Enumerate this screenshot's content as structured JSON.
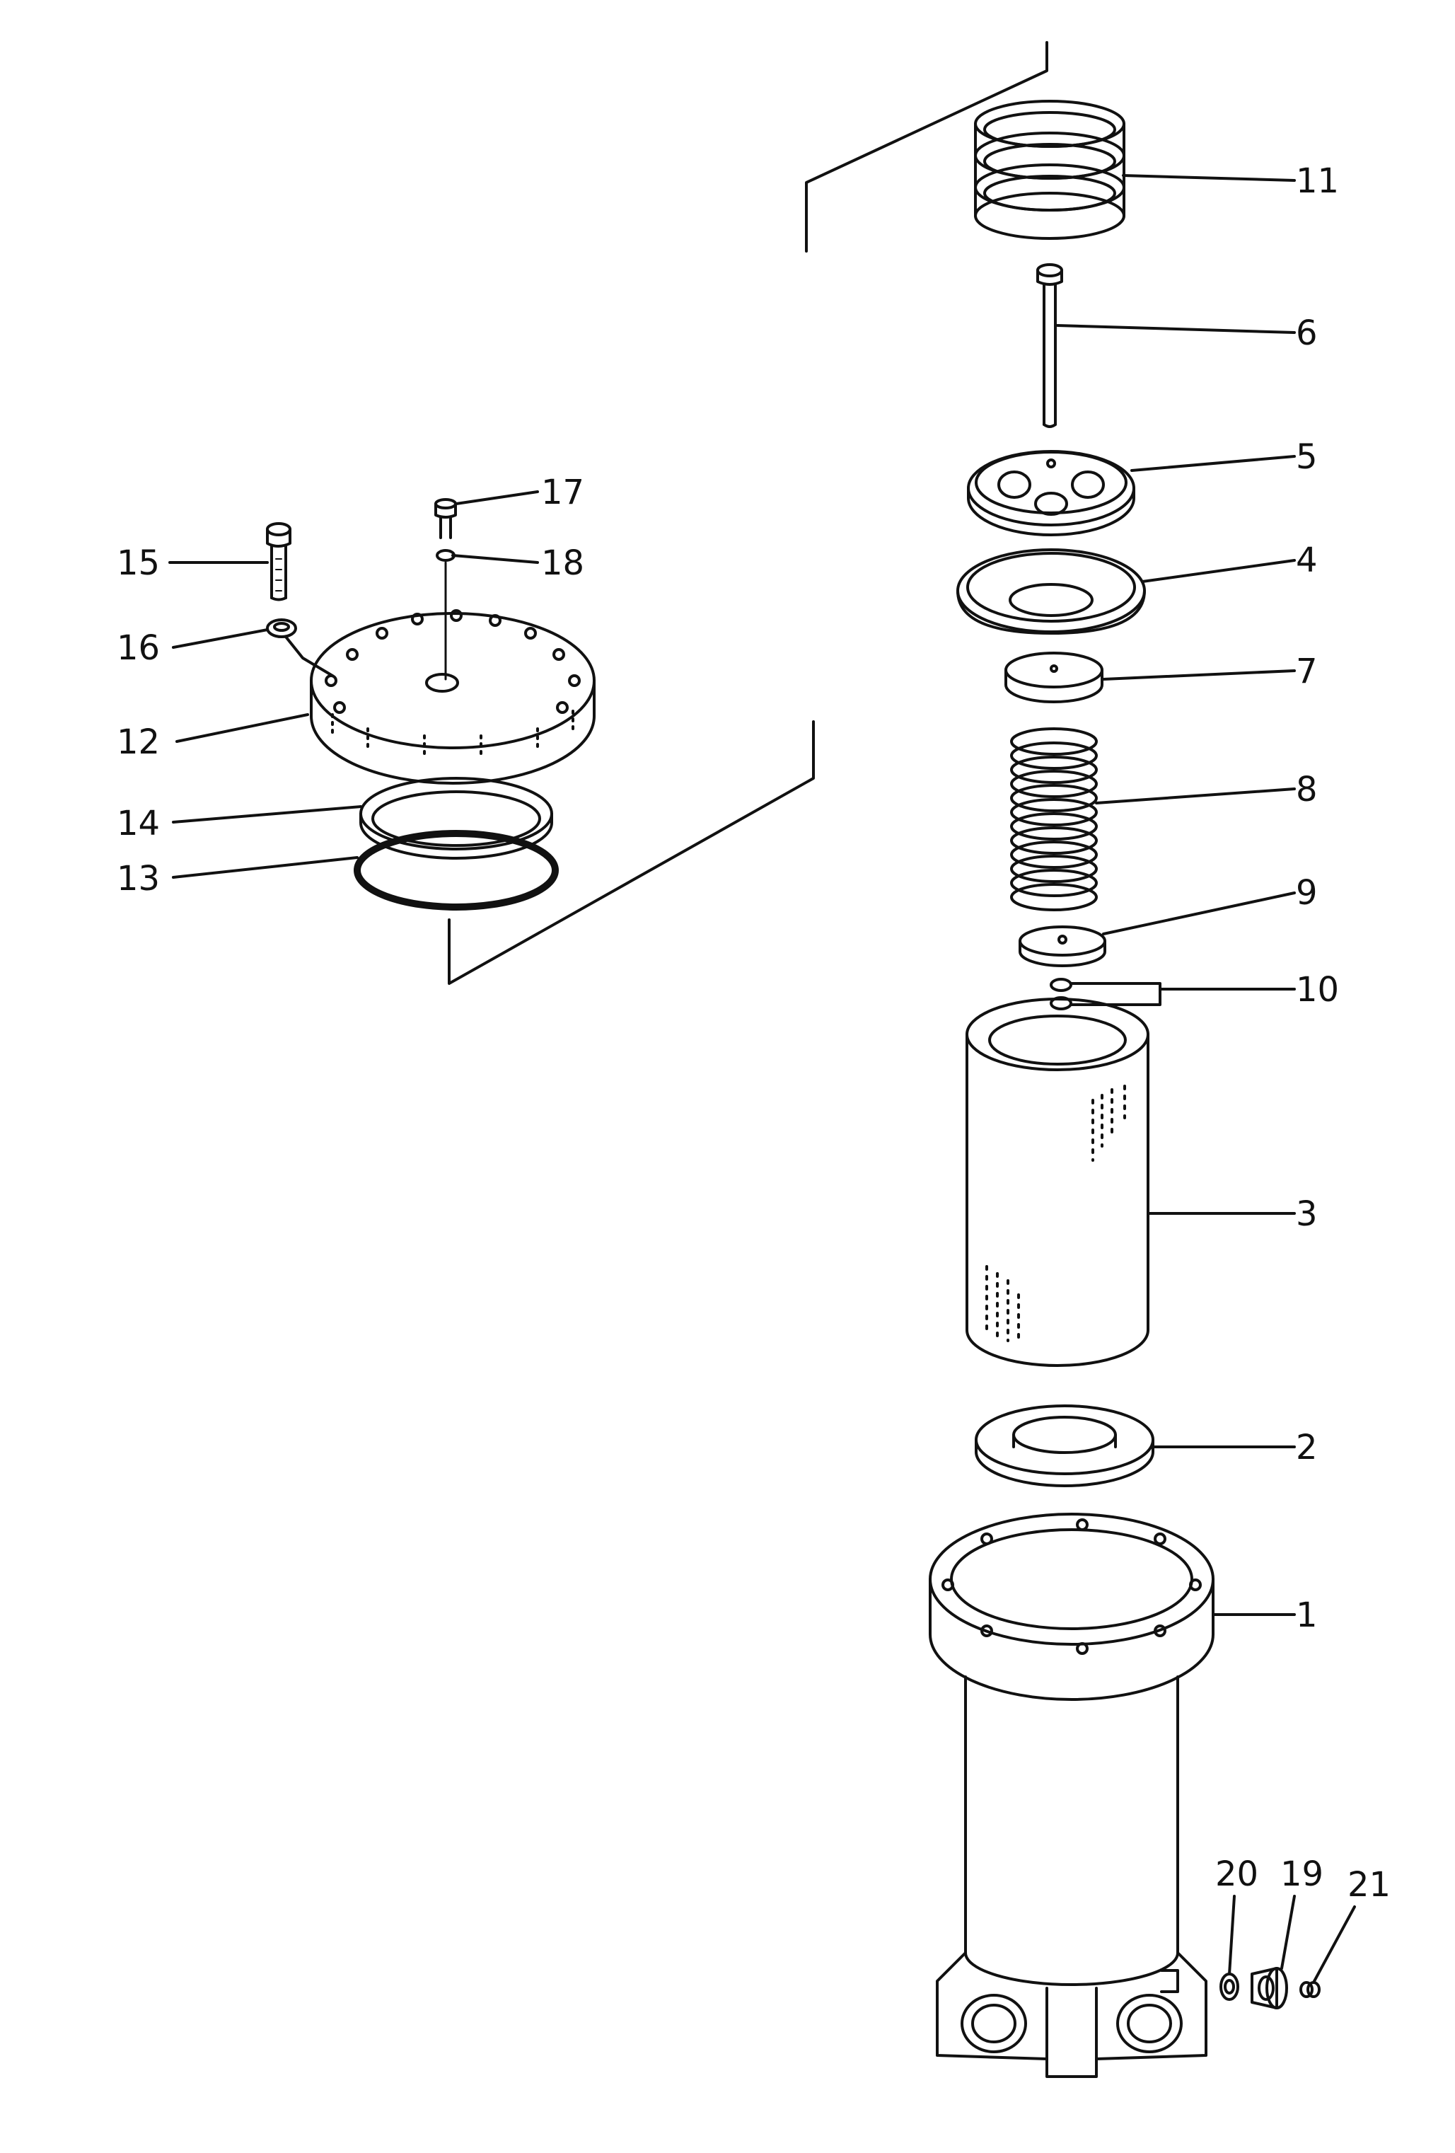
{
  "diagram": {
    "type": "exploded-parts-diagram",
    "line_color": "#111111",
    "background": "#ffffff",
    "callouts": [
      {
        "id": "callout-1",
        "label": "1"
      },
      {
        "id": "callout-2",
        "label": "2"
      },
      {
        "id": "callout-3",
        "label": "3"
      },
      {
        "id": "callout-4",
        "label": "4"
      },
      {
        "id": "callout-5",
        "label": "5"
      },
      {
        "id": "callout-6",
        "label": "6"
      },
      {
        "id": "callout-7",
        "label": "7"
      },
      {
        "id": "callout-8",
        "label": "8"
      },
      {
        "id": "callout-9",
        "label": "9"
      },
      {
        "id": "callout-10",
        "label": "10"
      },
      {
        "id": "callout-11",
        "label": "11"
      },
      {
        "id": "callout-12",
        "label": "12"
      },
      {
        "id": "callout-13",
        "label": "13"
      },
      {
        "id": "callout-14",
        "label": "14"
      },
      {
        "id": "callout-15",
        "label": "15"
      },
      {
        "id": "callout-16",
        "label": "16"
      },
      {
        "id": "callout-17",
        "label": "17"
      },
      {
        "id": "callout-18",
        "label": "18"
      },
      {
        "id": "callout-19",
        "label": "19"
      },
      {
        "id": "callout-20",
        "label": "20"
      },
      {
        "id": "callout-21",
        "label": "21"
      }
    ]
  }
}
